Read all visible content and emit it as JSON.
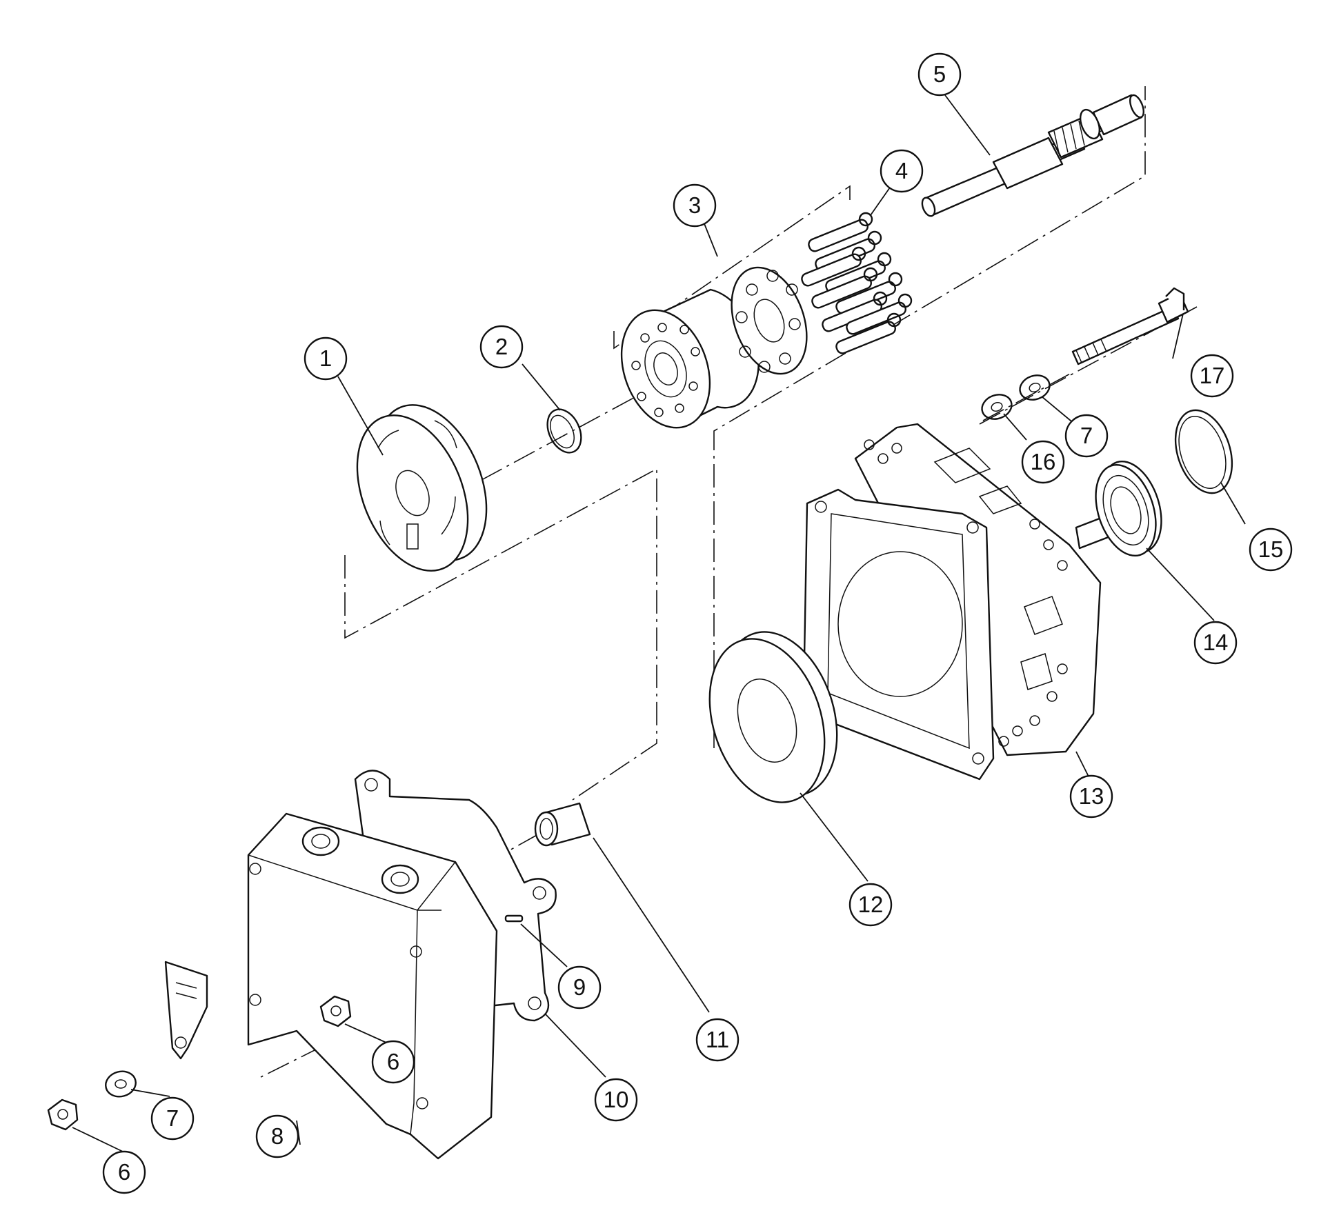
{
  "callouts": [
    {
      "id": "c1",
      "number": "1"
    },
    {
      "id": "c2",
      "number": "2"
    },
    {
      "id": "c3",
      "number": "3"
    },
    {
      "id": "c4",
      "number": "4"
    },
    {
      "id": "c5",
      "number": "5"
    },
    {
      "id": "c6a",
      "number": "6"
    },
    {
      "id": "c6b",
      "number": "6"
    },
    {
      "id": "c7a",
      "number": "7"
    },
    {
      "id": "c7b",
      "number": "7"
    },
    {
      "id": "c8",
      "number": "8"
    },
    {
      "id": "c9",
      "number": "9"
    },
    {
      "id": "c10",
      "number": "10"
    },
    {
      "id": "c11",
      "number": "11"
    },
    {
      "id": "c12",
      "number": "12"
    },
    {
      "id": "c13",
      "number": "13"
    },
    {
      "id": "c14",
      "number": "14"
    },
    {
      "id": "c15",
      "number": "15"
    },
    {
      "id": "c16",
      "number": "16"
    },
    {
      "id": "c17",
      "number": "17"
    }
  ]
}
